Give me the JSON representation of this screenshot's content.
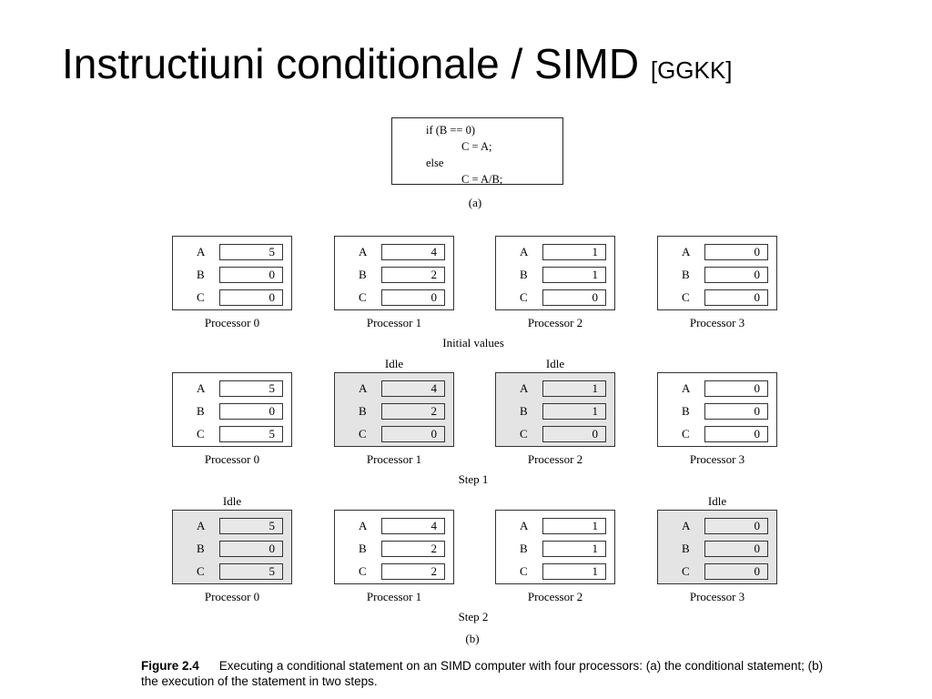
{
  "title": {
    "main": "Instructiuni  conditionale / SIMD",
    "ref": "[GGKK]"
  },
  "code": {
    "lines": [
      {
        "text": "if (B == 0)",
        "indent": false
      },
      {
        "text": "C = A;",
        "indent": true
      },
      {
        "text": "else",
        "indent": false
      },
      {
        "text": "C = A/B;",
        "indent": true
      }
    ],
    "label": "(a)"
  },
  "register_names": [
    "A",
    "B",
    "C"
  ],
  "processor_names": [
    "Processor 0",
    "Processor 1",
    "Processor 2",
    "Processor 3"
  ],
  "idle_label": "Idle",
  "stages": [
    {
      "label": "Initial values",
      "processors": [
        {
          "idle": false,
          "A": "5",
          "B": "0",
          "C": "0"
        },
        {
          "idle": false,
          "A": "4",
          "B": "2",
          "C": "0"
        },
        {
          "idle": false,
          "A": "1",
          "B": "1",
          "C": "0"
        },
        {
          "idle": false,
          "A": "0",
          "B": "0",
          "C": "0"
        }
      ]
    },
    {
      "label": "Step 1",
      "processors": [
        {
          "idle": false,
          "A": "5",
          "B": "0",
          "C": "5"
        },
        {
          "idle": true,
          "A": "4",
          "B": "2",
          "C": "0"
        },
        {
          "idle": true,
          "A": "1",
          "B": "1",
          "C": "0"
        },
        {
          "idle": false,
          "A": "0",
          "B": "0",
          "C": "0"
        }
      ]
    },
    {
      "label": "Step 2",
      "processors": [
        {
          "idle": true,
          "A": "5",
          "B": "0",
          "C": "5"
        },
        {
          "idle": false,
          "A": "4",
          "B": "2",
          "C": "2"
        },
        {
          "idle": false,
          "A": "1",
          "B": "1",
          "C": "1"
        },
        {
          "idle": true,
          "A": "0",
          "B": "0",
          "C": "0"
        }
      ]
    }
  ],
  "part_b_label": "(b)",
  "caption": {
    "figure": "Figure 2.4",
    "text": "Executing a conditional statement on an SIMD computer with four processors: (a) the conditional statement; (b) the execution of the statement in two steps."
  }
}
